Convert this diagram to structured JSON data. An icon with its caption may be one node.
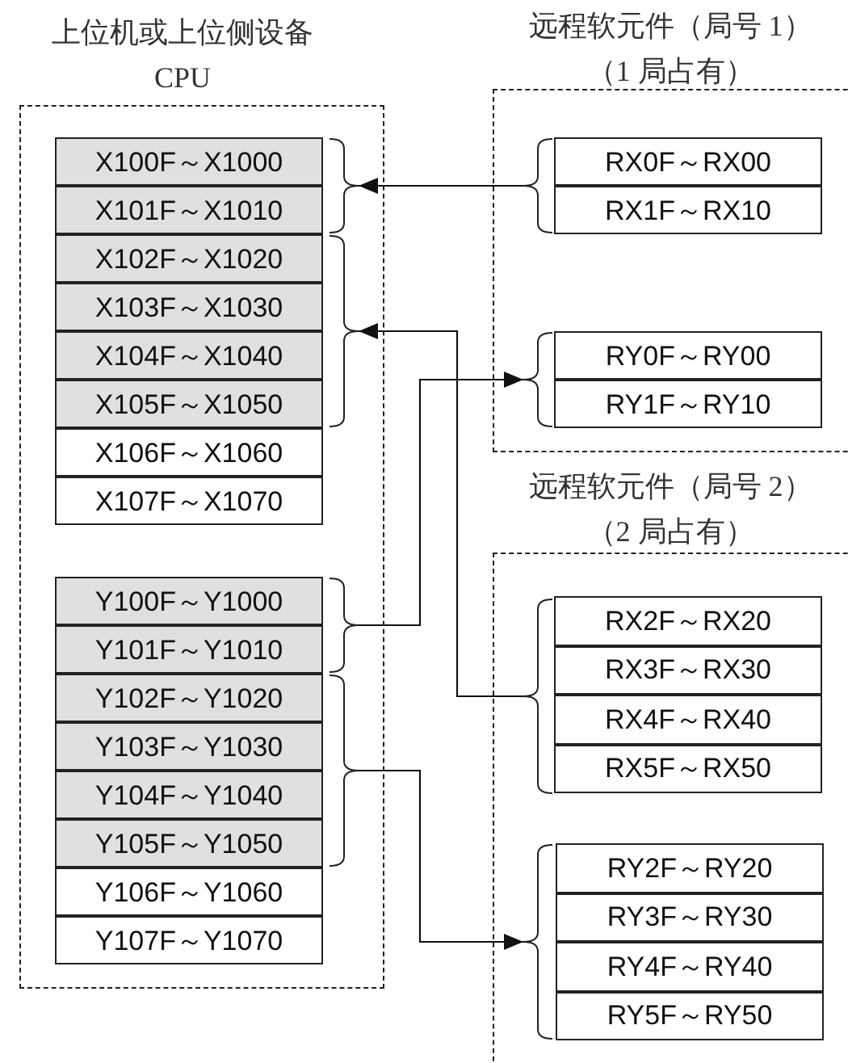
{
  "diagram": {
    "nodes": [
      {
        "text": [
          "上位机或上位侧设备",
          "CPU"
        ]
      },
      {
        "text": [
          "X100F～X1000"
        ],
        "in": 0
      },
      {
        "text": [
          "X101F～X1010"
        ],
        "in": 0
      },
      {
        "text": [
          "X102F～X1020"
        ],
        "in": 0
      },
      {
        "text": [
          "X103F～X1030"
        ],
        "in": 0
      },
      {
        "text": [
          "X104F～X1040"
        ],
        "in": 0
      },
      {
        "text": [
          "X105F～X1050"
        ],
        "in": 0
      },
      {
        "text": [
          "X106F～X1060"
        ],
        "in": 0
      },
      {
        "text": [
          "X107F～X1070"
        ],
        "in": 0
      },
      {
        "text": [],
        "shape": "brace",
        "in": 0
      },
      {
        "text": [],
        "shape": "brace",
        "in": 0
      },
      {
        "text": [
          "Y100F～Y1000"
        ],
        "in": 0
      },
      {
        "text": [
          "Y101F～Y1010"
        ],
        "in": 0
      },
      {
        "text": [
          "Y102F～Y1020"
        ],
        "in": 0
      },
      {
        "text": [
          "Y103F～Y1030"
        ],
        "in": 0
      },
      {
        "text": [
          "Y104F～Y1040"
        ],
        "in": 0
      },
      {
        "text": [
          "Y105F～Y1050"
        ],
        "in": 0
      },
      {
        "text": [
          "Y106F～Y1060"
        ],
        "in": 0
      },
      {
        "text": [
          "Y107F～Y1070"
        ],
        "in": 0
      },
      {
        "text": [],
        "shape": "brace",
        "in": 0
      },
      {
        "text": [],
        "shape": "brace",
        "in": 0
      },
      {
        "text": [
          "远程软元件（局号 1）",
          "（1 局占有）"
        ]
      },
      {
        "text": [
          "RX0F～RX00"
        ],
        "in": 21
      },
      {
        "text": [
          "RX1F～RX10"
        ],
        "in": 21
      },
      {
        "text": [],
        "shape": "brace",
        "in": 21
      },
      {
        "text": [
          "RY0F～RY00"
        ],
        "in": 21
      },
      {
        "text": [
          "RY1F～RY10"
        ],
        "in": 21
      },
      {
        "text": [],
        "shape": "brace",
        "in": 21
      },
      {
        "text": [
          "远程软元件（局号 2）",
          "（2 局占有）"
        ]
      },
      {
        "text": [
          "RX2F～RX20"
        ],
        "in": 28
      },
      {
        "text": [
          "RX3F～RX30"
        ],
        "in": 28
      },
      {
        "text": [
          "RX4F～RX40"
        ],
        "in": 28
      },
      {
        "text": [
          "RX5F～RX50"
        ],
        "in": 28
      },
      {
        "text": [],
        "shape": "brace",
        "in": 28
      },
      {
        "text": [
          "RY2F～RY20"
        ],
        "in": 28
      },
      {
        "text": [
          "RY3F～RY30"
        ],
        "in": 28
      },
      {
        "text": [
          "RY4F～RY40"
        ],
        "in": 28
      },
      {
        "text": [
          "RY5F～RY50"
        ],
        "in": 28
      },
      {
        "text": [],
        "shape": "brace",
        "in": 28
      }
    ],
    "edges": [
      {
        "from": 24,
        "to": 9,
        "arrow": "to"
      },
      {
        "from": 33,
        "to": 10,
        "arrow": "to"
      },
      {
        "from": 19,
        "to": 27,
        "arrow": "to"
      },
      {
        "from": 20,
        "to": 38,
        "arrow": "to"
      }
    ]
  }
}
